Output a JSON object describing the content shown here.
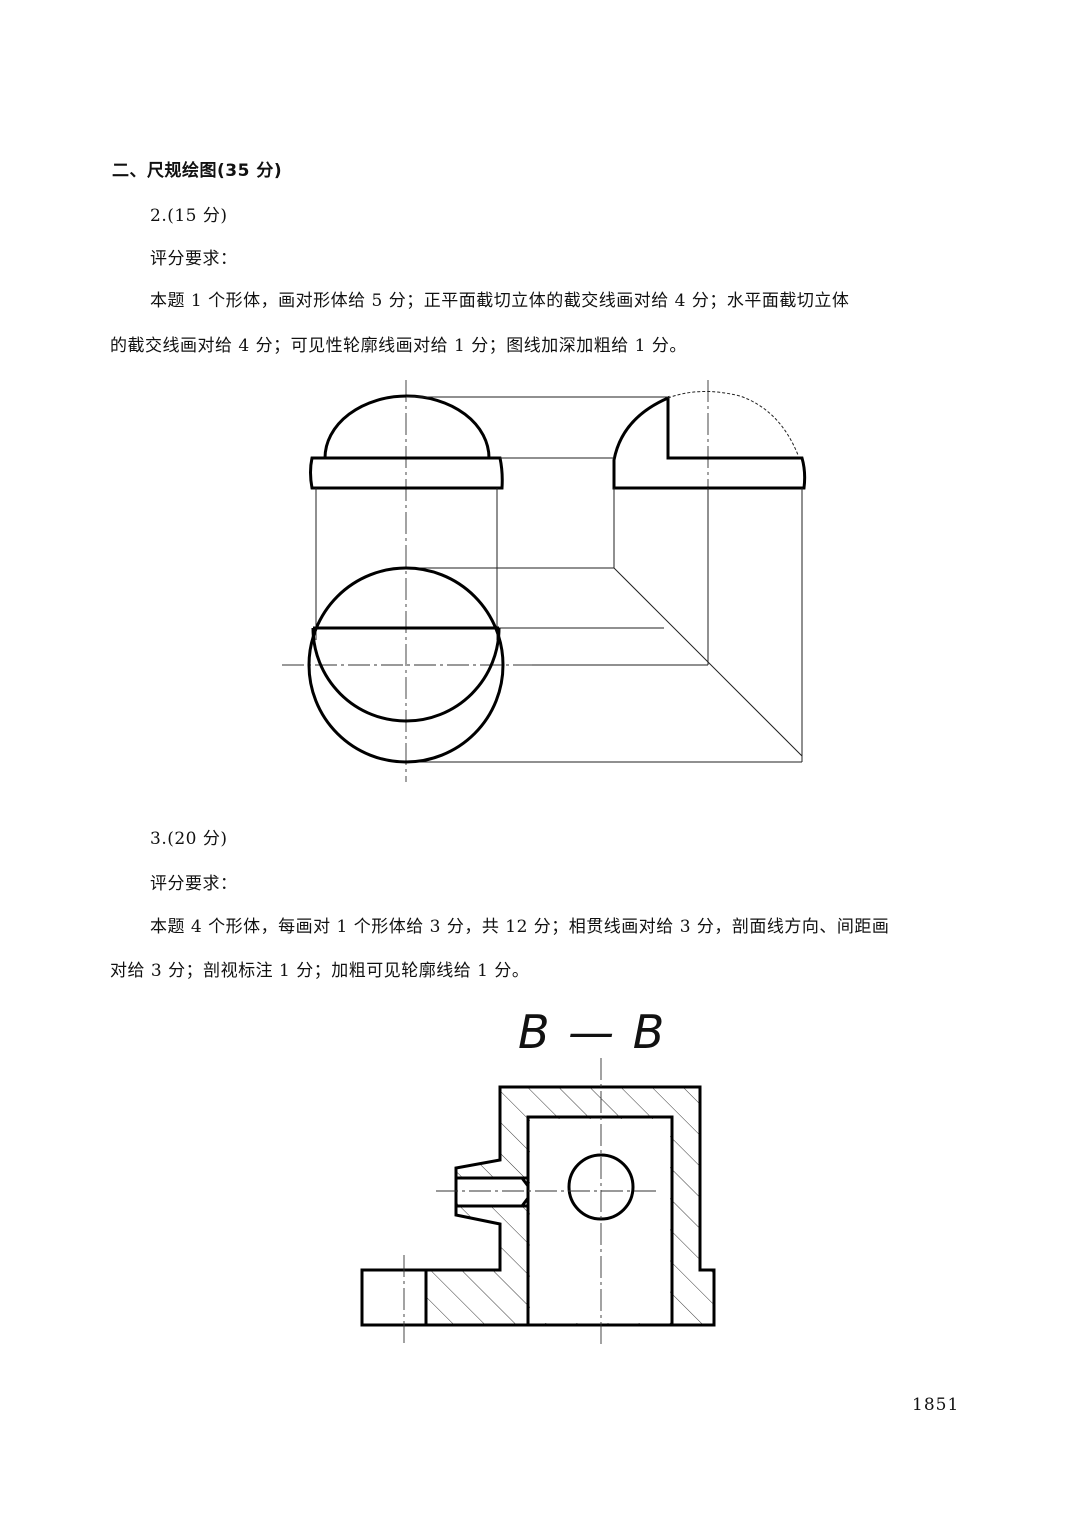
{
  "section_title": "二、尺规绘图(35 分)",
  "q2": {
    "label": "2.(15 分)",
    "req_label": "评分要求：",
    "text_line1": "本题 1 个形体，画对形体给 5 分；正平面截切立体的截交线画对给 4 分；水平面截切立体",
    "text_line2": "的截交线画对给 4 分；可见性轮廓线画对给 1 分；图线加深加粗给 1 分。"
  },
  "q3": {
    "label": "3.(20 分)",
    "req_label": "评分要求：",
    "text_line1": "本题 4 个形体，每画对 1 个形体给 3 分，共 12 分；相贯线画对给 3 分，剖面线方向、间距画",
    "text_line2": "对给 3 分；剖视标注 1 分；加粗可见轮廓线给 1 分。",
    "section_label": "B — B"
  },
  "page_number": "1851"
}
